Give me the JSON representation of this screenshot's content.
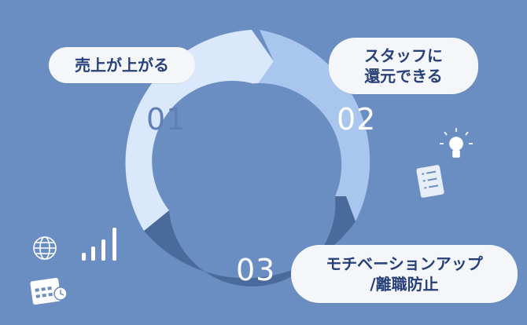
{
  "steps": [
    {
      "number": "01",
      "lines": [
        "売上が上がる"
      ]
    },
    {
      "number": "02",
      "lines": [
        "スタッフに",
        "還元できる"
      ]
    },
    {
      "number": "03",
      "lines": [
        "モチベーションアップ",
        "/離職防止"
      ]
    }
  ],
  "colors": {
    "background": "#6b8ec2",
    "segment_1": "#d9e8fb",
    "segment_2": "#a9c7ee",
    "segment_3": "#4a6a9c",
    "center": "#6b8ec2",
    "bubble": "#f4f6fa",
    "bubble_text": "#27407a"
  },
  "icons": [
    "lightbulb-icon",
    "checklist-icon",
    "globe-icon",
    "signal-bars-icon",
    "calendar-icon"
  ]
}
